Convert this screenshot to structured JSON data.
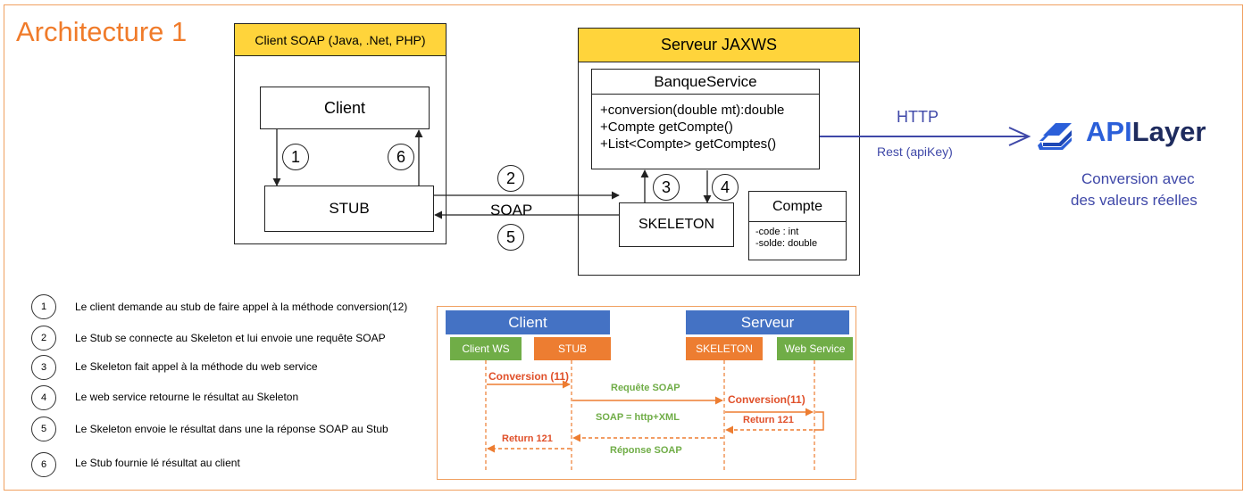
{
  "title": "Architecture 1",
  "client_box": {
    "header": "Client SOAP (Java, .Net, PHP)",
    "client": "Client",
    "stub": "STUB"
  },
  "server_box": {
    "header": "Serveur JAXWS",
    "service_name": "BanqueService",
    "methods": [
      "+conversion(double mt):double",
      "+Compte getCompte()",
      "+List<Compte> getComptes()"
    ],
    "skeleton": "SKELETON",
    "compte_title": "Compte",
    "compte_fields": [
      "-code : int",
      "-solde: double"
    ]
  },
  "steps": [
    "1",
    "2",
    "3",
    "4",
    "5",
    "6"
  ],
  "soap_label": "SOAP",
  "http_label": "HTTP",
  "rest_label": "Rest (apiKey)",
  "apilayer": {
    "brand_a": "API",
    "brand_b": "Layer",
    "caption_1": "Conversion avec",
    "caption_2": "des valeurs réelles"
  },
  "legend": [
    {
      "num": "1",
      "text": "Le client demande au stub de faire appel à la méthode conversion(12)"
    },
    {
      "num": "2",
      "text": "Le Stub se connecte au Skeleton et lui envoie une requête SOAP"
    },
    {
      "num": "3",
      "text": "Le Skeleton fait appel à la méthode du web service"
    },
    {
      "num": "4",
      "text": "Le web service retourne le résultat au Skeleton"
    },
    {
      "num": "5",
      "text": "Le Skeleton envoie le résultat dans une la réponse SOAP au Stub"
    },
    {
      "num": "6",
      "text": "Le Stub fournie lé résultat au client"
    }
  ],
  "sequence": {
    "client_header": "Client",
    "server_header": "Serveur",
    "actors": [
      "Client WS",
      "STUB",
      "SKELETON",
      "Web Service"
    ],
    "messages": {
      "conv11_a": "Conversion (11)",
      "requete": "Requête SOAP",
      "conv11_b": "Conversion(11)",
      "soap_xml": "SOAP = http+XML",
      "ret121_a": "Return 121",
      "ret121_b": "Return 121",
      "reponse": "Réponse SOAP"
    },
    "colors": {
      "blue": "#4472c4",
      "green": "#70ad47",
      "orange": "#ed7d31",
      "green_text": "#70ad47",
      "red_text": "#e0502a"
    }
  }
}
